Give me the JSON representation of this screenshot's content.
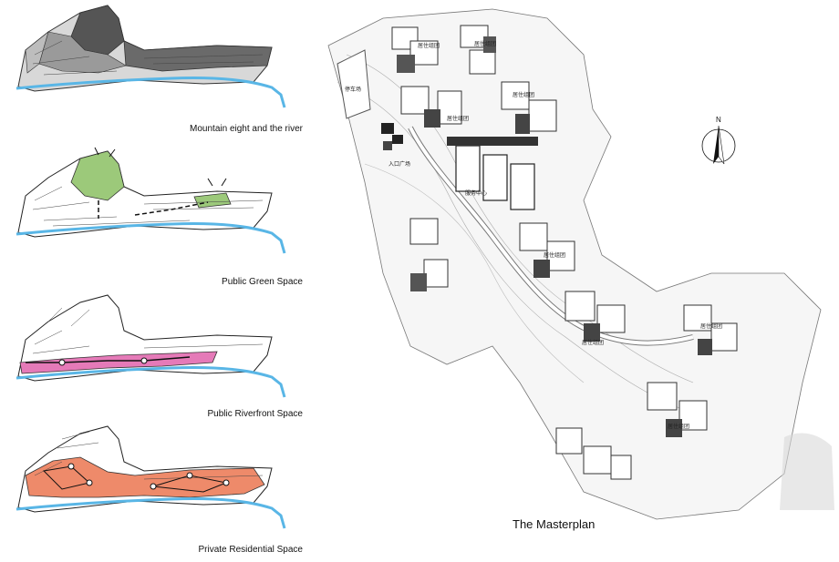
{
  "diagrams": [
    {
      "caption": "Mountain eight and the river",
      "highlight_color": "#6a6a6a"
    },
    {
      "caption": "Public Green Space",
      "highlight_color": "#9cc97a"
    },
    {
      "caption": "Public Riverfront Space",
      "highlight_color": "#e57ab8"
    },
    {
      "caption": "Private Residential Space",
      "highlight_color": "#ee8a6a"
    }
  ],
  "river_color": "#59b6e6",
  "masterplan": {
    "caption": "The Masterplan",
    "north_label": "N",
    "labels": [
      "居住组团",
      "居住组团",
      "居住组团",
      "居住组团",
      "停车场",
      "入口广场",
      "服务中心",
      "居住组团",
      "居住组团",
      "居住组团",
      "居住组团"
    ]
  }
}
